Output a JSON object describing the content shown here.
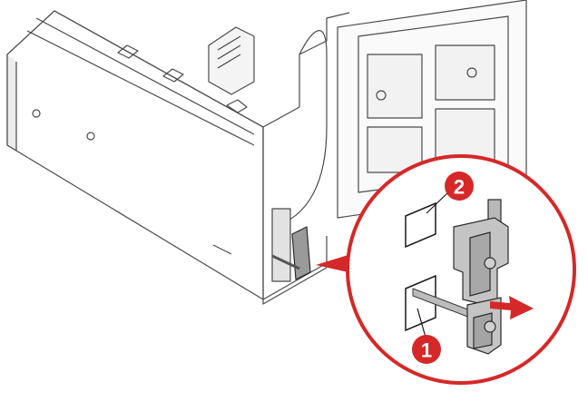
{
  "illustration": {
    "subject": "desktop-chassis-side-view",
    "accent_color": "#d62828",
    "line_color": "#3a3a3a",
    "panel_color": "#d6d6d6"
  },
  "callouts": [
    {
      "id": "callout-1",
      "label": "1"
    },
    {
      "id": "callout-2",
      "label": "2"
    }
  ],
  "icons": {
    "insert_arrow": "arrow-right-icon",
    "zoom_pointer": "zoom-pointer-icon"
  }
}
